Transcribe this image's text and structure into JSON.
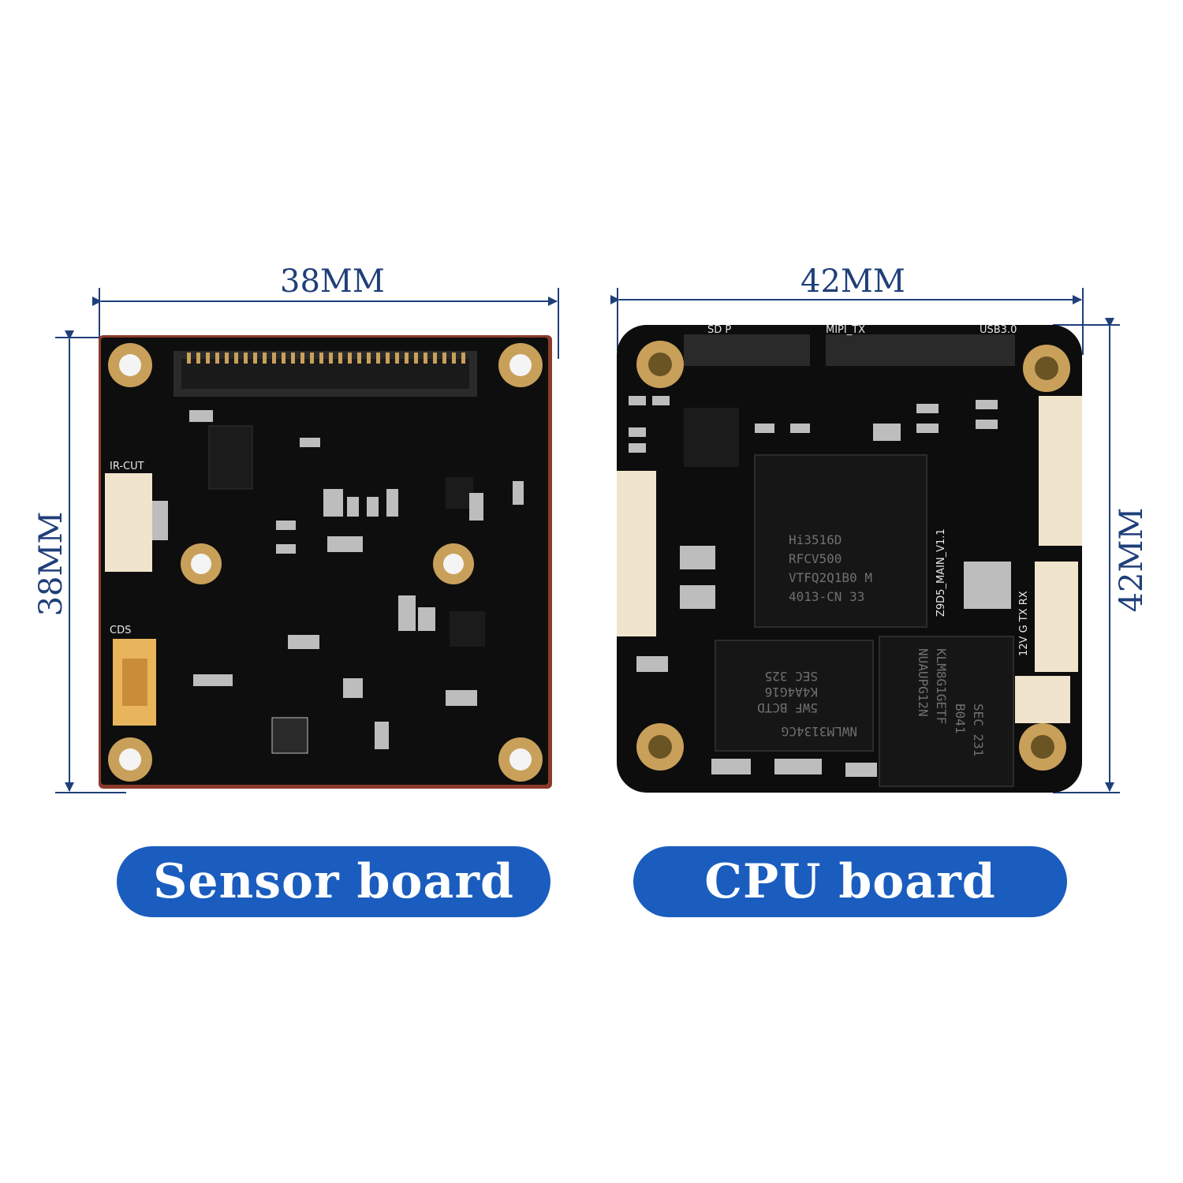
{
  "dimensions": {
    "sensor_width": "38MM",
    "sensor_height": "38MM",
    "cpu_width": "42MM",
    "cpu_height": "42MM"
  },
  "labels": {
    "sensor_board": "Sensor board",
    "cpu_board": "CPU board"
  },
  "sensor_silkscreen": {
    "ir_cut": "IR-CUT",
    "cds": "CDS"
  },
  "cpu_silkscreen": {
    "sd": "SD P",
    "mipi": "MIPI_TX",
    "usb": "USB3.0",
    "main": "Z9D5_MAIN_V1.1",
    "uart": "12V G TX RX",
    "soc_line1": "Hi3516D",
    "soc_line2": "RFCV500",
    "soc_line3": "VTFQ2Q1B0 M",
    "soc_line4": "4013-CN  33",
    "ram_line1": "NWLM3134CG",
    "ram_line2": "5WF BCTD",
    "ram_line3": "K4A4G16",
    "ram_line4": "SEC 325",
    "emmc_line1": "SEC 231",
    "emmc_line2": "B041",
    "emmc_line3": "KLM8G1GETF",
    "emmc_line4": "NUAUPG12N"
  },
  "colors": {
    "dimension_line": "#1f3f7a",
    "pill_fill": "#1a5dbf",
    "pcb": "#0d0d0d",
    "gold_pad": "#c9a05a"
  }
}
